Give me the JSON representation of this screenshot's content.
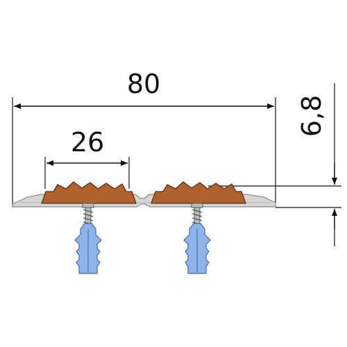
{
  "dimensions": {
    "total_width": "80",
    "insert_width": "26",
    "height": "6,8"
  },
  "colors": {
    "profile_fill": "#d6d6d6",
    "profile_stroke": "#8a8a8a",
    "insert_fill": "#b0622e",
    "insert_stroke": "#5a2e12",
    "screw_fill": "#bcbcbc",
    "screw_stroke": "#555555",
    "dowel_fill": "#8fb4ea",
    "dowel_stroke": "#3d66b0",
    "dimension_line": "#111111"
  }
}
